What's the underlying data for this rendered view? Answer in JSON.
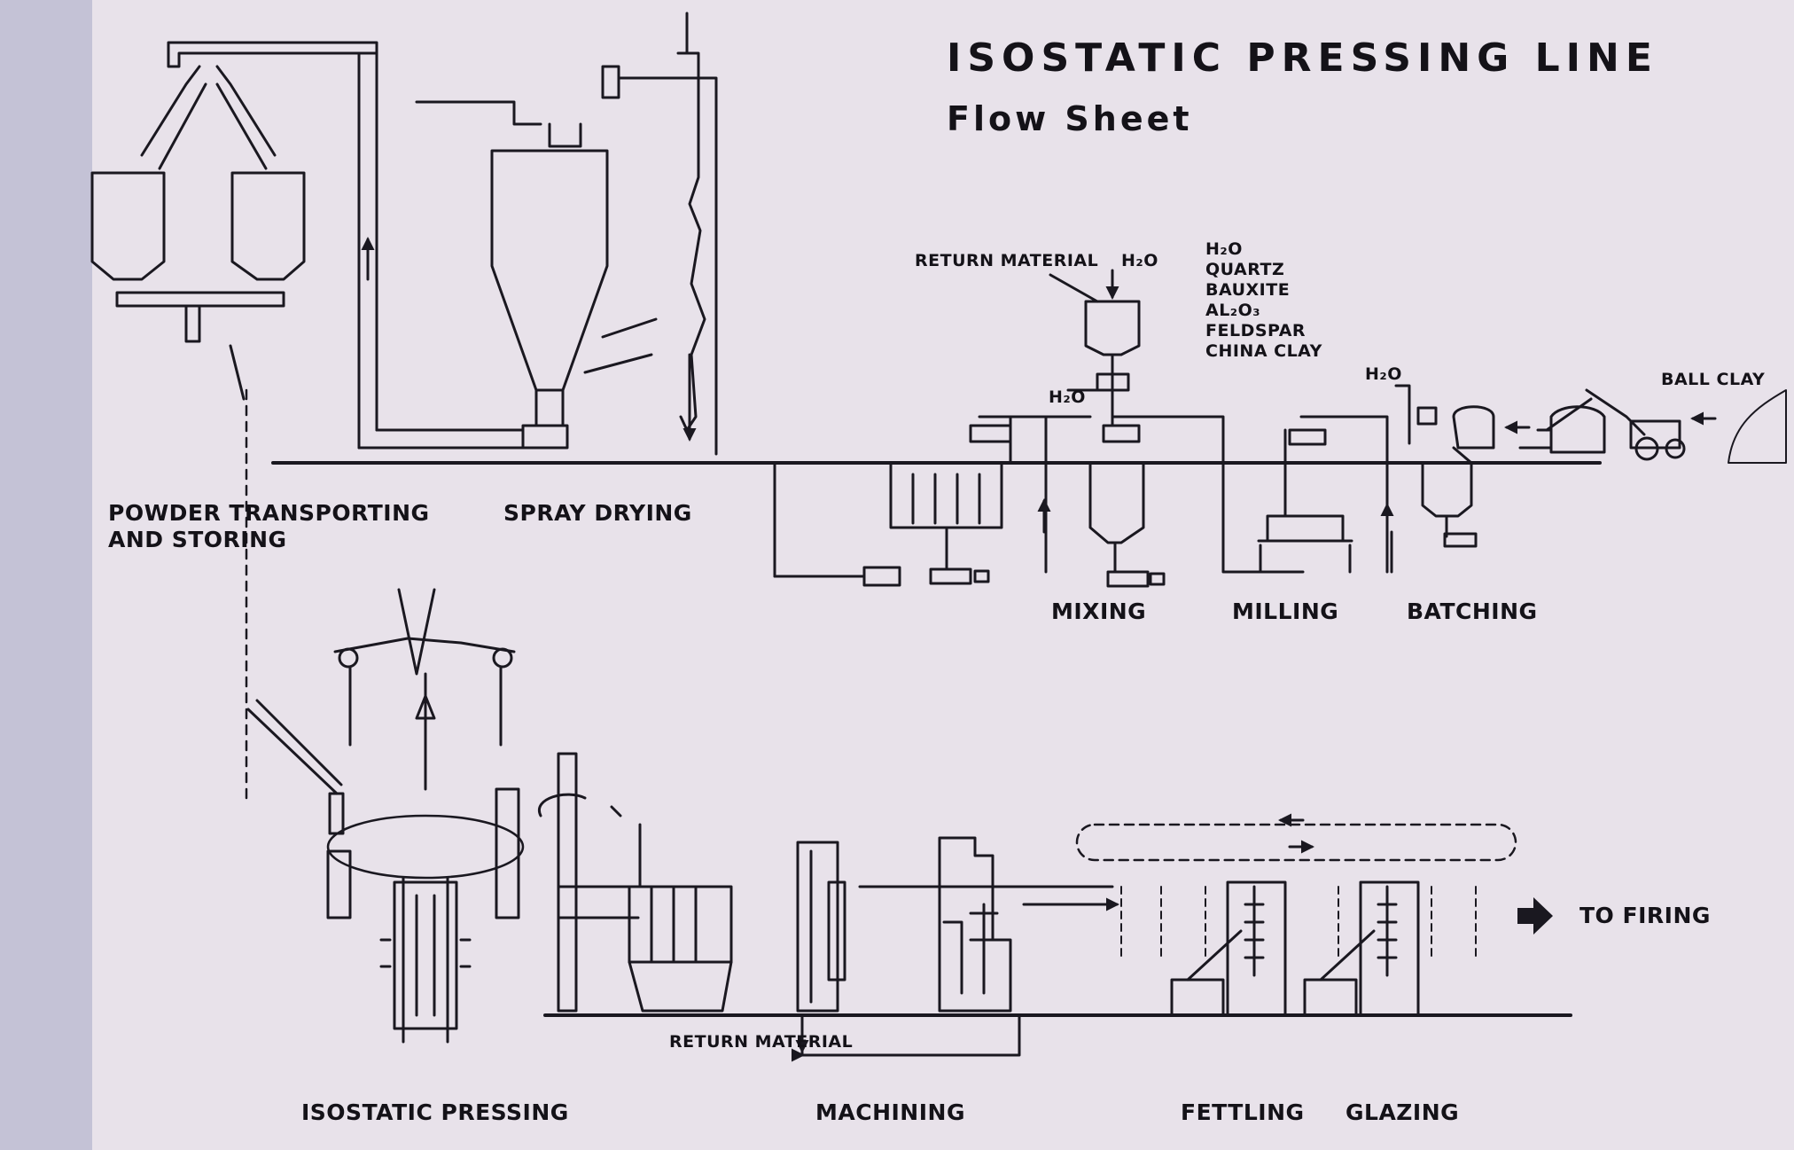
{
  "title": "ISOSTATIC PRESSING LINE",
  "subtitle": "Flow Sheet",
  "stages": {
    "powder_transporting": "POWDER TRANSPORTING",
    "and_storing": "AND STORING",
    "spray_drying": "SPRAY DRYING",
    "mixing": "MIXING",
    "milling": "MILLING",
    "batching": "BATCHING",
    "isostatic_pressing": "ISOSTATIC PRESSING",
    "machining": "MACHINING",
    "fettling": "FETTLING",
    "glazing": "GLAZING"
  },
  "annotations": {
    "return_material_top": "RETURN MATERIAL",
    "return_material_bottom": "RETURN MATERIAL",
    "h2o_1": "H₂O",
    "h2o_2": "H₂O",
    "h2o_3": "H₂O",
    "to_firing": "TO FIRING",
    "ball_clay": "BALL CLAY"
  },
  "raw_materials": [
    "H₂O",
    "QUARTZ",
    "BAUXITE",
    "AL₂O₃",
    "FELDSPAR",
    "CHINA CLAY"
  ]
}
